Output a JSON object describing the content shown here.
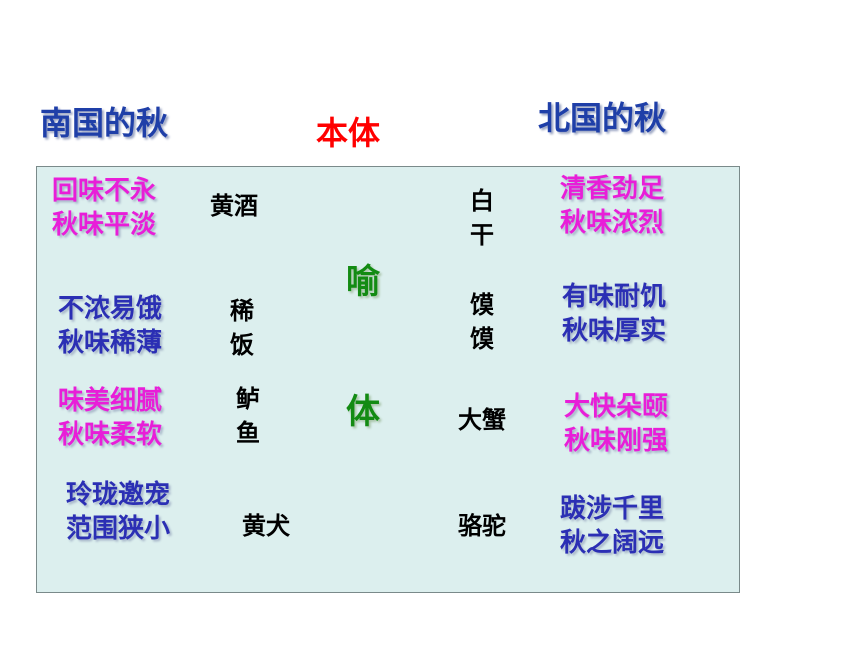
{
  "headers": {
    "south": "南国的秋",
    "ontology": "本体",
    "north": "北国的秋",
    "vehicle_top": "喻",
    "vehicle_bottom": "体"
  },
  "south_feelings": [
    [
      "回味不永",
      "秋味平淡"
    ],
    [
      "不浓易饿",
      "秋味稀薄"
    ],
    [
      "味美细腻",
      "秋味柔软"
    ],
    [
      "玲珑邀宠",
      "范围狭小"
    ]
  ],
  "south_items": [
    [
      "黄酒"
    ],
    [
      "稀",
      "饭"
    ],
    [
      "鲈",
      "鱼"
    ],
    [
      "黄犬"
    ]
  ],
  "north_items": [
    [
      "白",
      "干"
    ],
    [
      "馍",
      "馍"
    ],
    [
      "大蟹"
    ],
    [
      "骆驼"
    ]
  ],
  "north_feelings": [
    [
      "清香劲足",
      "秋味浓烈"
    ],
    [
      "有味耐饥",
      "秋味厚实"
    ],
    [
      "大快朵颐",
      "秋味刚强"
    ],
    [
      "跋涉千里",
      "秋之阔远"
    ]
  ],
  "colors": {
    "panel_bg": "#dcefee",
    "magenta": "#e81ed8",
    "blue": "#2b2fb4",
    "green": "#138b13",
    "red": "#ff0000",
    "header_blue": "#1f3fa8"
  }
}
